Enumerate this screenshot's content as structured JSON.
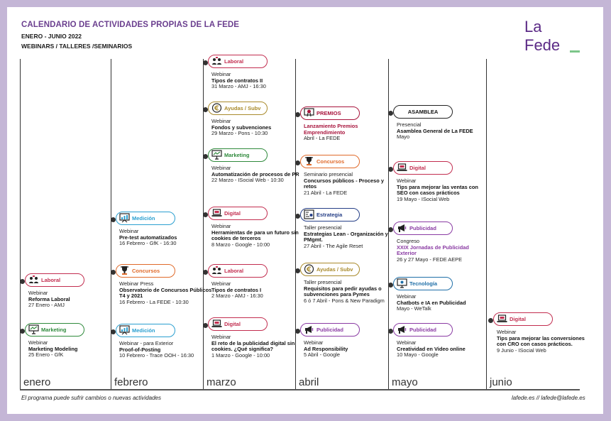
{
  "header": {
    "title": "CALENDARIO DE ACTIVIDADES PROPIAS DE LA FEDE",
    "subtitle": "ENERO - JUNIO 2022",
    "subtitle2": "WEBINARS / TALLERES /SEMINARIOS"
  },
  "logo": {
    "line1": "La",
    "line2": "Fede"
  },
  "months": [
    "enero",
    "febrero",
    "marzo",
    "abril",
    "mayo",
    "junio"
  ],
  "footer": {
    "note": "El programa puede sufrir cambios o nuevas actividades",
    "contact": "lafede.es  //  lafede@lafede.es"
  },
  "colors": {
    "Laboral": "#c22d4f",
    "Marketing": "#2f8a3c",
    "Medicion": "#2a9fd0",
    "Concursos": "#e06a2a",
    "Ayudas": "#a98a2b",
    "Digital": "#c22d4f",
    "Premios": "#a8143c",
    "Estrategia": "#263f87",
    "Publicidad": "#8a3ba3",
    "Tecnologia": "#1f6fa8",
    "Asamblea": "#222222"
  },
  "events": [
    {
      "tag": "Laboral",
      "color": "Laboral",
      "icon": "people-icon",
      "type": "Webinar",
      "title": "Reforma Laboral",
      "detail": "27 Enero - AMJ"
    },
    {
      "tag": "Marketing",
      "color": "Marketing",
      "icon": "presentation-icon",
      "type": "Webinar",
      "title": "Marketing Modeling",
      "detail": "25 Enero - GfK"
    },
    {
      "tag": "Medición",
      "color": "Medicion",
      "icon": "chart-icon",
      "type": "Webinar",
      "title": "Pre-test automatizados",
      "detail": "16 Febrero - GfK - 16:30"
    },
    {
      "tag": "Concursos",
      "color": "Concursos",
      "icon": "trophy-icon",
      "type": "Webinar Press",
      "title": "Observatorio de Concursos Públicos T4 y 2021",
      "detail": "16 Febrero - La FEDE - 10:30"
    },
    {
      "tag": "Medición",
      "color": "Medicion",
      "icon": "chart-icon",
      "type": "Webinar - para Exterior",
      "title": "Proof-of-Posting",
      "detail": "10 Febrero - Trace OOH - 16:30"
    },
    {
      "tag": "Laboral",
      "color": "Laboral",
      "icon": "people-icon",
      "type": "Webinar",
      "title": "Tipos de contratos II",
      "detail": "31 Marzo - AMJ - 16:30"
    },
    {
      "tag": "Ayudas / Subv",
      "color": "Ayudas",
      "icon": "euro-icon",
      "type": "Webinar",
      "title": "Fondos y subvenciones",
      "detail": "29 Marzo - Pons - 10:30"
    },
    {
      "tag": "Marketing",
      "color": "Marketing",
      "icon": "presentation-icon",
      "type": "Webinar",
      "title": "Automatización de procesos de PR",
      "detail": "22 Marzo - ISocial Web - 10:30"
    },
    {
      "tag": "Digital",
      "color": "Digital",
      "icon": "laptop-icon",
      "type": "Webinar",
      "title": "Herramientas de para un futuro sin cookies de terceros",
      "detail": "8 Marzo - Google - 10:00"
    },
    {
      "tag": "Laboral",
      "color": "Laboral",
      "icon": "people-icon",
      "type": "Webinar",
      "title": "Tipos de contratos I",
      "detail": "2 Marzo - AMJ - 16:30"
    },
    {
      "tag": "Digital",
      "color": "Digital",
      "icon": "laptop-icon",
      "type": "Webinar",
      "title": "El reto de la publicidad digital sin cookies. ¿Qué significa?",
      "detail": "1 Marzo - Google - 10:00"
    },
    {
      "tag": "PREMIOS",
      "color": "Premios",
      "icon": "award-icon",
      "type": "",
      "title": "Lanzamiento Premios Emprendimiento",
      "detail": "Abril - La FEDE"
    },
    {
      "tag": "Concursos",
      "color": "Concursos",
      "icon": "trophy-icon",
      "type": "Seminario presencial",
      "title": "Concursos públicos - Proceso y retos",
      "detail": "21 Abril - La FEDE"
    },
    {
      "tag": "Estrategia",
      "color": "Estrategia",
      "icon": "strategy-icon",
      "type": "Taller presencial",
      "title": "Estrategias Lean - Organización y  PMgmt.",
      "detail": "27 Abril - The Agile Reset"
    },
    {
      "tag": "Ayudas / Subv",
      "color": "Ayudas",
      "icon": "euro-icon",
      "type": "Taller presencial",
      "title": "Requisitos para pedir ayudas o subvenciones para Pymes",
      "detail": "6 ó 7 Abril - Pons & New Paradigm"
    },
    {
      "tag": "Publicidad",
      "color": "Publicidad",
      "icon": "megaphone-icon",
      "type": "Webinar",
      "title": "Ad Responsibility",
      "detail": "5 Abril - Google"
    },
    {
      "tag": "ASAMBLEA",
      "color": "Asamblea",
      "icon": "",
      "type": "Presencial",
      "title": "Asamblea General de La FEDE",
      "detail": "Mayo"
    },
    {
      "tag": "Digital",
      "color": "Digital",
      "icon": "laptop-icon",
      "type": "Webinar",
      "title": "Tips para mejorar las ventas con SEO con casos prácticos",
      "detail": "19 Mayo - ISocial Web"
    },
    {
      "tag": "Publicidad",
      "color": "Publicidad",
      "icon": "megaphone-icon",
      "type": "Congreso",
      "title": "XXIX Jornadas de Publicidad Exterior",
      "detail": "26 y 27 Mayo - FEDE AEPE"
    },
    {
      "tag": "Tecnología",
      "color": "Tecnologia",
      "icon": "tech-icon",
      "type": "Webinar",
      "title": "Chatbots e IA en Publicidad",
      "detail": "Mayo - WeTalk"
    },
    {
      "tag": "Publicidad",
      "color": "Publicidad",
      "icon": "megaphone-icon",
      "type": "Webinar",
      "title": "Creatividad en Video online",
      "detail": "10 Mayo - Google"
    },
    {
      "tag": "Digital",
      "color": "Digital",
      "icon": "laptop-icon",
      "type": "Webinar",
      "title": "Tips para mejorar las conversiones con CRO con casos prácticos.",
      "detail": "9 Junio - ISocial Web"
    }
  ]
}
